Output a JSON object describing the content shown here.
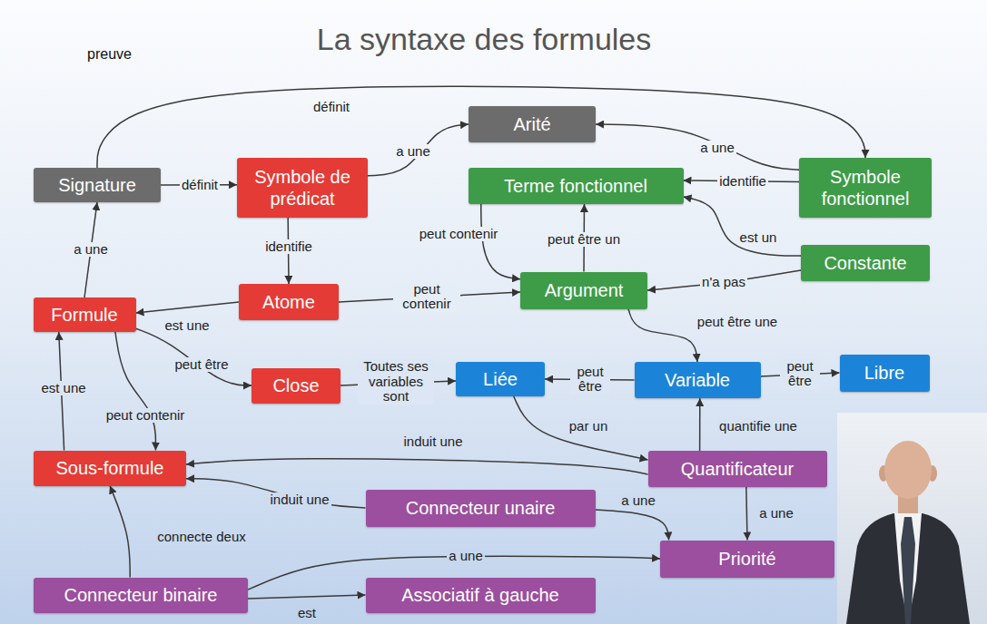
{
  "diagram": {
    "title": "La syntaxe des formules",
    "nodes": [
      {
        "text": [
          "Arité"
        ]
      },
      {
        "text": [
          "Signature"
        ]
      },
      {
        "text": [
          "Symbole de prédicat"
        ]
      },
      {
        "text": [
          "Terme fonctionnel"
        ]
      },
      {
        "text": [
          "Symbole fonctionnel"
        ]
      },
      {
        "text": [
          "Constante"
        ]
      },
      {
        "text": [
          "Formule"
        ]
      },
      {
        "text": [
          "Atome"
        ]
      },
      {
        "text": [
          "Argument"
        ]
      },
      {
        "text": [
          "Close"
        ]
      },
      {
        "text": [
          "Liée"
        ]
      },
      {
        "text": [
          "Variable"
        ]
      },
      {
        "text": [
          "Libre"
        ]
      },
      {
        "text": [
          "Sous-formule"
        ]
      },
      {
        "text": [
          "Quantificateur"
        ]
      },
      {
        "text": [
          "Connecteur unaire"
        ]
      },
      {
        "text": [
          "Priorité"
        ]
      },
      {
        "text": [
          "Connecteur binaire"
        ]
      },
      {
        "text": [
          "Associatif à gauche"
        ]
      }
    ],
    "edges": [
      {
        "from": 1,
        "to": 4,
        "label": "définit",
        "arrow": "to"
      },
      {
        "from": 1,
        "to": 2,
        "label": "définit",
        "arrow": "to"
      },
      {
        "from": 2,
        "to": 0,
        "label": "a une",
        "arrow": "to"
      },
      {
        "from": 4,
        "to": 0,
        "label": "a une",
        "arrow": "to"
      },
      {
        "from": 4,
        "to": 3,
        "label": "identifie",
        "arrow": "to"
      },
      {
        "from": 5,
        "to": 3,
        "label": "est un",
        "arrow": "to"
      },
      {
        "from": 5,
        "to": 8,
        "label": "n'a pas",
        "arrow": "to"
      },
      {
        "from": 2,
        "to": 7,
        "label": "identifie",
        "arrow": "to"
      },
      {
        "from": 7,
        "to": 6,
        "label": "est une",
        "arrow": "to"
      },
      {
        "from": 7,
        "to": 8,
        "label": "peut contenir",
        "arrow": "to"
      },
      {
        "from": 3,
        "to": 8,
        "label": "peut contenir",
        "arrow": "to"
      },
      {
        "from": 8,
        "to": 3,
        "label": "peut être un",
        "arrow": "to"
      },
      {
        "from": 8,
        "to": 11,
        "label": "peut être une",
        "arrow": "to"
      },
      {
        "from": 6,
        "to": 1,
        "label": "a une",
        "arrow": "to"
      },
      {
        "from": 6,
        "to": 9,
        "label": "peut être",
        "arrow": "to"
      },
      {
        "from": 9,
        "to": 10,
        "label": "Toutes ses variables sont",
        "arrow": "to"
      },
      {
        "from": 11,
        "to": 10,
        "label": "peut être",
        "arrow": "to"
      },
      {
        "from": 11,
        "to": 12,
        "label": "peut être",
        "arrow": "to"
      },
      {
        "from": 10,
        "to": 14,
        "label": "par un",
        "arrow": "to"
      },
      {
        "from": 14,
        "to": 11,
        "label": "quantifie une",
        "arrow": "to"
      },
      {
        "from": 6,
        "to": 13,
        "label": "peut contenir",
        "arrow": "to"
      },
      {
        "from": 13,
        "to": 6,
        "label": "est une",
        "arrow": "to"
      },
      {
        "from": 14,
        "to": 13,
        "label": "induit une",
        "arrow": "to"
      },
      {
        "from": 15,
        "to": 13,
        "label": "induit une",
        "arrow": "to"
      },
      {
        "from": 17,
        "to": 13,
        "label": "connecte deux",
        "arrow": "to"
      },
      {
        "from": 15,
        "to": 16,
        "label": "a une",
        "arrow": "to"
      },
      {
        "from": 14,
        "to": 16,
        "label": "a une",
        "arrow": "to"
      },
      {
        "from": 17,
        "to": 16,
        "label": "a une",
        "arrow": "to"
      },
      {
        "from": 17,
        "to": 18,
        "label": "est",
        "arrow": "to"
      }
    ],
    "labels": [
      "preuve"
    ]
  }
}
